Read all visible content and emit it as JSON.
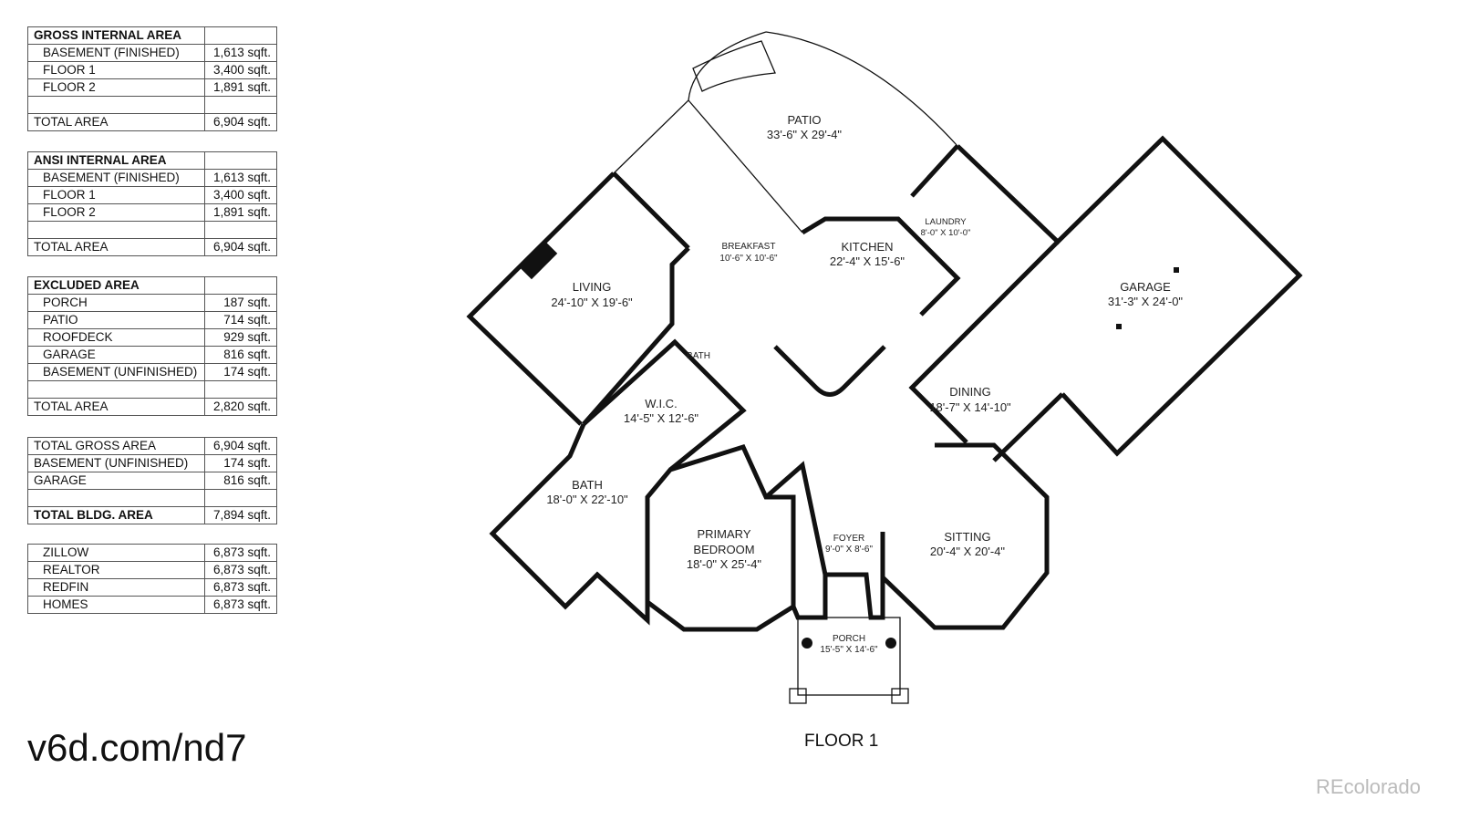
{
  "tables": [
    {
      "title": "GROSS INTERNAL AREA",
      "rows": [
        {
          "label": "BASEMENT (FINISHED)",
          "value": "1,613 sqft."
        },
        {
          "label": "FLOOR 1",
          "value": "3,400 sqft."
        },
        {
          "label": "FLOOR 2",
          "value": "1,891 sqft."
        }
      ],
      "total_label": "TOTAL AREA",
      "total_value": "6,904 sqft."
    },
    {
      "title": "ANSI INTERNAL AREA",
      "rows": [
        {
          "label": "BASEMENT (FINISHED)",
          "value": "1,613 sqft."
        },
        {
          "label": "FLOOR 1",
          "value": "3,400 sqft."
        },
        {
          "label": "FLOOR 2",
          "value": "1,891 sqft."
        }
      ],
      "total_label": "TOTAL AREA",
      "total_value": "6,904 sqft."
    },
    {
      "title": "EXCLUDED AREA",
      "rows": [
        {
          "label": "PORCH",
          "value": "187 sqft."
        },
        {
          "label": "PATIO",
          "value": "714 sqft."
        },
        {
          "label": "ROOFDECK",
          "value": "929 sqft."
        },
        {
          "label": "GARAGE",
          "value": "816 sqft."
        },
        {
          "label": "BASEMENT (UNFINISHED)",
          "value": "174 sqft."
        }
      ],
      "total_label": "TOTAL AREA",
      "total_value": "2,820 sqft."
    },
    {
      "rows": [
        {
          "label": "TOTAL GROSS AREA",
          "value": "6,904 sqft."
        },
        {
          "label": "BASEMENT (UNFINISHED)",
          "value": "174 sqft."
        },
        {
          "label": "GARAGE",
          "value": "816 sqft."
        }
      ],
      "total_label": "TOTAL BLDG. AREA",
      "total_value": "7,894 sqft."
    },
    {
      "rows": [
        {
          "label": "ZILLOW",
          "value": "6,873 sqft."
        },
        {
          "label": "REALTOR",
          "value": "6,873 sqft."
        },
        {
          "label": "REDFIN",
          "value": "6,873 sqft."
        },
        {
          "label": "HOMES",
          "value": "6,873 sqft."
        }
      ]
    }
  ],
  "rooms": {
    "patio": {
      "name": "PATIO",
      "dim": "33'-6\" X 29'-4\""
    },
    "living": {
      "name": "LIVING",
      "dim": "24'-10\" X 19'-6\""
    },
    "breakfast": {
      "name": "BREAKFAST",
      "dim": "10'-6\" X 10'-6\""
    },
    "kitchen": {
      "name": "KITCHEN",
      "dim": "22'-4\" X 15'-6\""
    },
    "laundry": {
      "name": "LAUNDRY",
      "dim": "8'-0\" X 10'-0\""
    },
    "garage": {
      "name": "GARAGE",
      "dim": "31'-3\" X 24'-0\""
    },
    "bath_small": {
      "name": "BATH"
    },
    "wic": {
      "name": "W.I.C.",
      "dim": "14'-5\" X 12'-6\""
    },
    "dining": {
      "name": "DINING",
      "dim": "18'-7\" X 14'-10\""
    },
    "bath": {
      "name": "BATH",
      "dim": "18'-0\" X 22'-10\""
    },
    "primary": {
      "name": "PRIMARY",
      "name2": "BEDROOM",
      "dim": "18'-0\" X 25'-4\""
    },
    "foyer": {
      "name": "FOYER",
      "dim": "9'-0\" X 8'-6\""
    },
    "sitting": {
      "name": "SITTING",
      "dim": "20'-4\" X 20'-4\""
    },
    "porch": {
      "name": "PORCH",
      "dim": "15'-5\" X 14'-6\""
    }
  },
  "floor_label": "FLOOR 1",
  "url": "v6d.com/nd7",
  "brand": "REcolorado"
}
